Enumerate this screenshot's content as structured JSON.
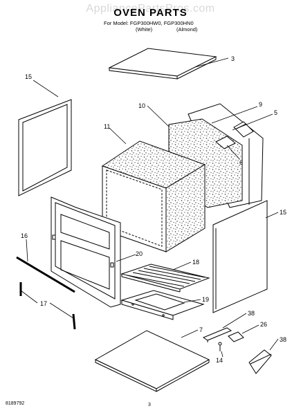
{
  "watermark": "AppliancePartsPros.com",
  "header": {
    "title": "OVEN PARTS",
    "model_line": "For Model: FGP300HW0, FGP300HN0",
    "variant_white": "(White)",
    "variant_almond": "(Almond)"
  },
  "callouts": {
    "c3": "3",
    "c15a": "15",
    "c10": "10",
    "c9": "9",
    "c5": "5",
    "c11": "11",
    "c6": "6",
    "c15b": "15",
    "c16": "16",
    "c20": "20",
    "c18": "18",
    "c17": "17",
    "c19": "19",
    "c7": "7",
    "c38a": "38",
    "c26": "26",
    "c38b": "38",
    "c14": "14"
  },
  "footer": {
    "doc_number": "8189792",
    "page_number": "3"
  }
}
